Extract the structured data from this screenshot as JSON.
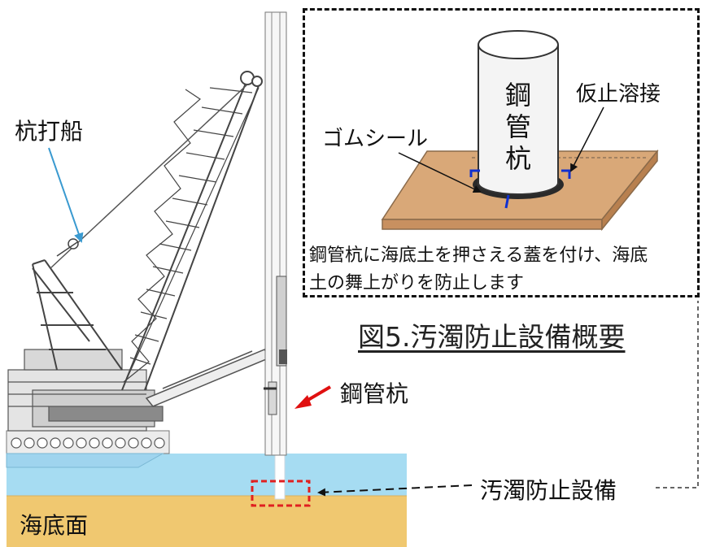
{
  "labels": {
    "pile_driver_ship": "杭打船",
    "steel_pipe_pile": "鋼管杭",
    "seabed_surface": "海底面",
    "turbidity_prevention_equipment": "汚濁防止設備"
  },
  "inset": {
    "pile_vertical_chars": [
      "鋼",
      "管",
      "杭"
    ],
    "temporary_weld": "仮止溶接",
    "rubber_seal": "ゴムシール",
    "caption_line1": "鋼管杭に海底土を押さえる蓋を付け、海底",
    "caption_line2": "土の舞上がりを防止します"
  },
  "figure_title": "図5.汚濁防止設備概要",
  "colors": {
    "sea": "#a6dcf2",
    "seabed": "#f0c870",
    "lid": "#d9a878",
    "highlight_box": "#e02020",
    "pile_arrow": "#e01010",
    "ship_label_arrow": "#3a9ad0",
    "seal_marks": "#1030d0"
  }
}
